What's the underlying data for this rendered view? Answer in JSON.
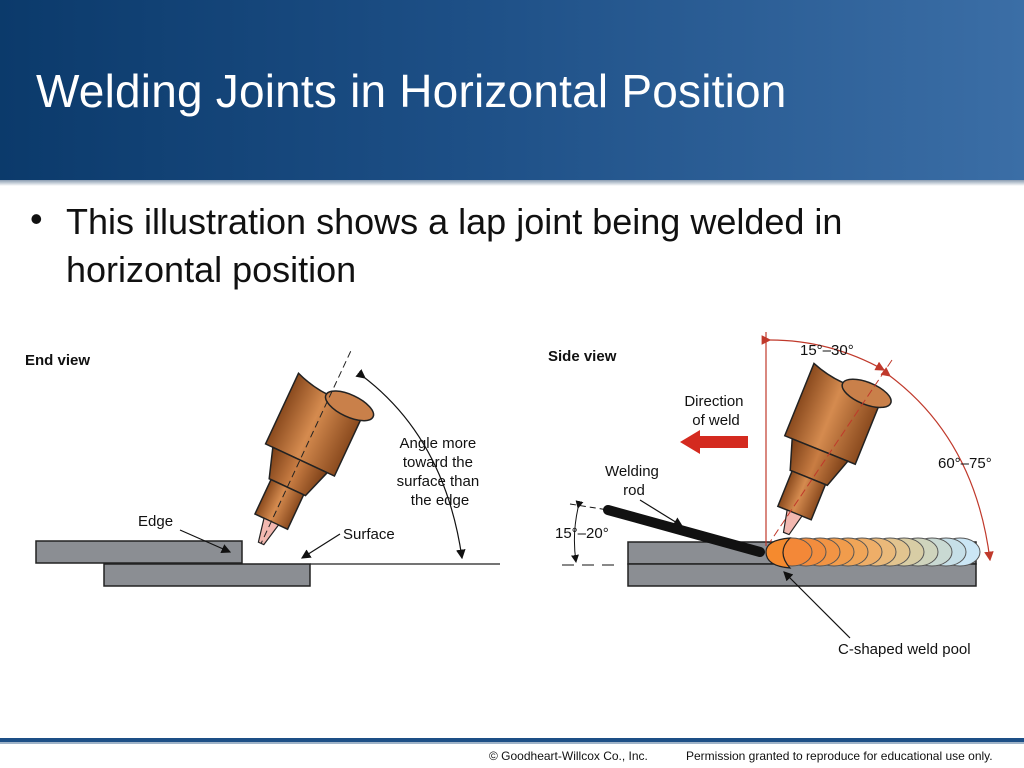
{
  "slide": {
    "title": "Welding Joints in Horizontal Position",
    "bullet_symbol": "•",
    "bullet": "This illustration shows a lap joint being welded in horizontal position"
  },
  "diagram": {
    "end_view": {
      "heading": "End view",
      "label_edge": "Edge",
      "label_surface": "Surface",
      "angle_note": [
        "Angle more",
        "toward the",
        "surface than",
        "the edge"
      ]
    },
    "side_view": {
      "heading": "Side view",
      "angle_top": "15°–30°",
      "angle_right": "60°–75°",
      "direction": [
        "Direction",
        "of weld"
      ],
      "rod": [
        "Welding",
        "rod"
      ],
      "rod_angle": "15°–20°",
      "weld_pool": "C-shaped weld pool"
    }
  },
  "footer": {
    "copyright": "© Goodheart-Willcox Co., Inc.",
    "permission": "Permission granted to reproduce for educational use only."
  },
  "colors": {
    "header_dark": "#0b3a6b",
    "header_light": "#3b6ea6",
    "plate": "#8b8e93",
    "torch": "#b86d36",
    "angle_line": "#c0392b",
    "arrow": "#d42a1f"
  }
}
